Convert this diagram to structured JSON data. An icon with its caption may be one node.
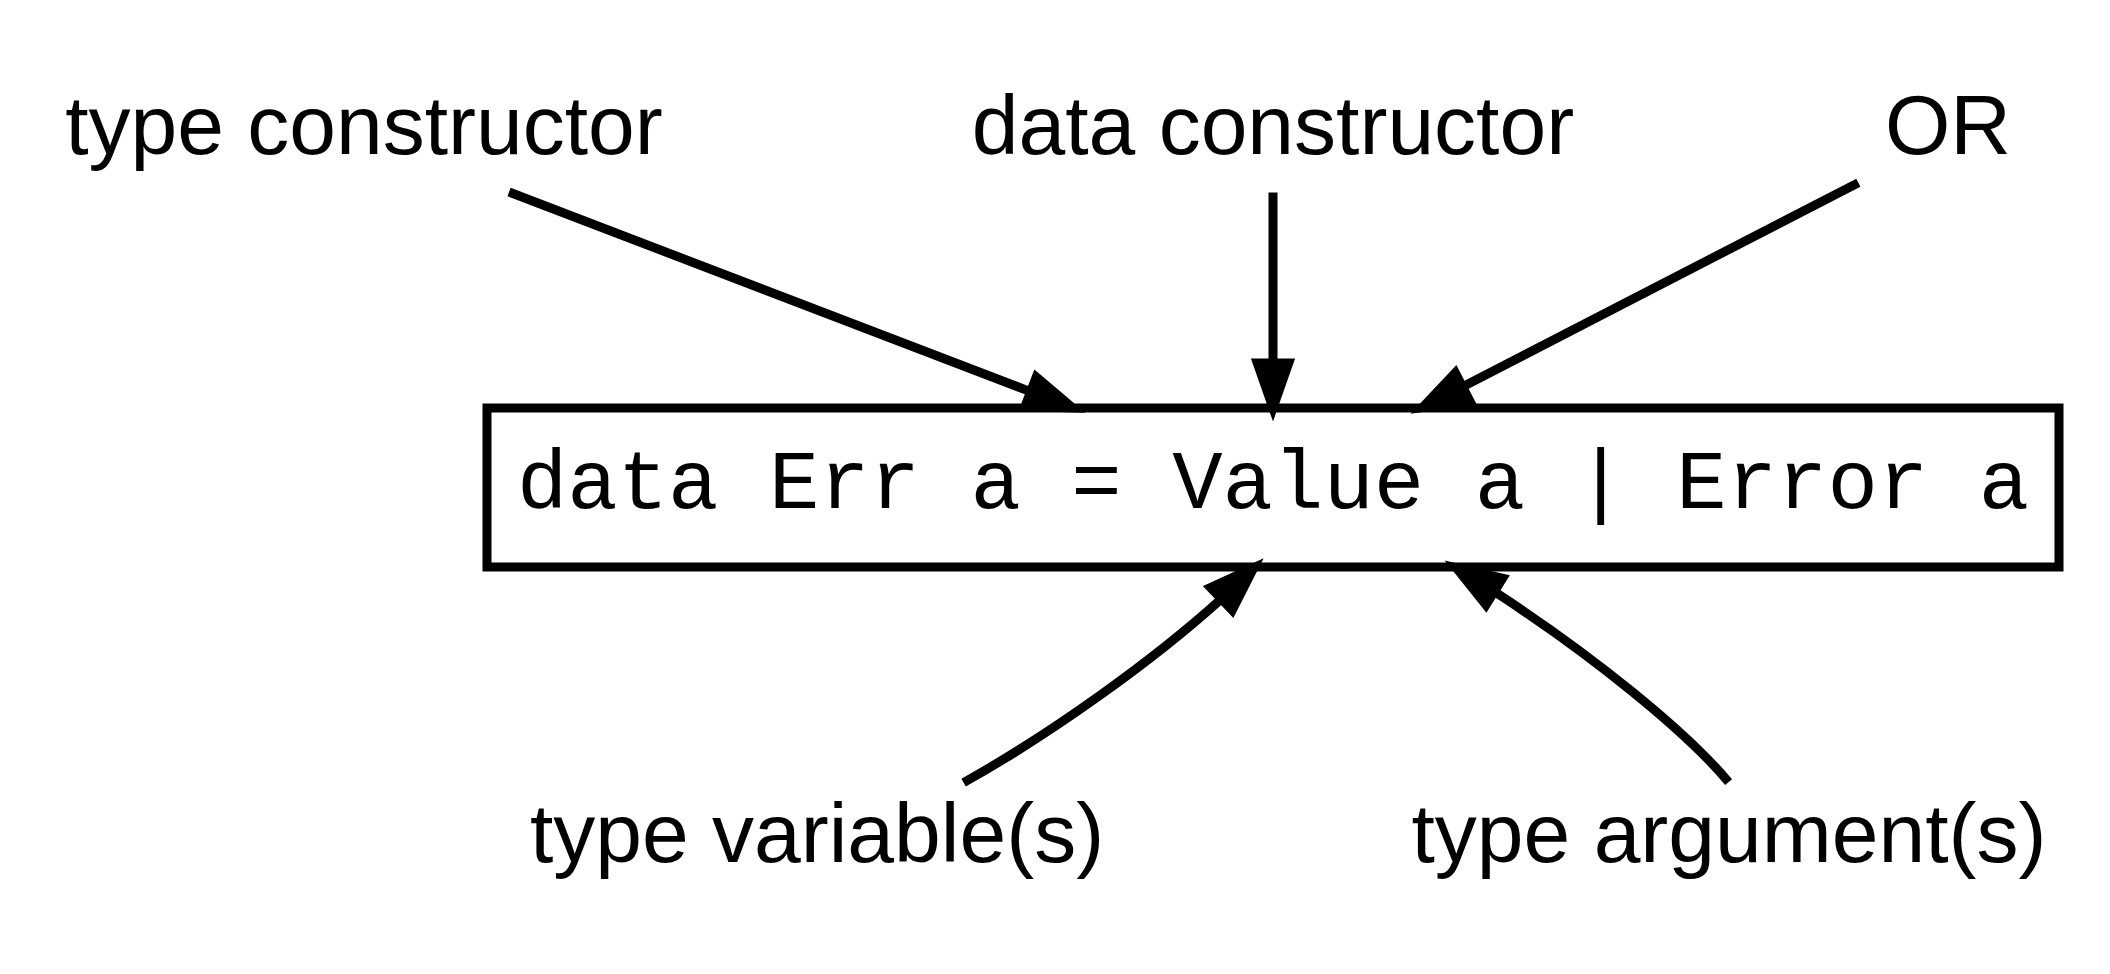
{
  "diagram": {
    "nodes": [
      {
        "text": [
          "type constructor"
        ]
      },
      {
        "text": [
          "data constructor"
        ]
      },
      {
        "text": [
          "OR"
        ]
      },
      {
        "text": [
          "data Err a = Value a | Error a"
        ]
      },
      {
        "text": [
          "type variable(s)"
        ]
      },
      {
        "text": [
          "type argument(s)"
        ]
      }
    ],
    "edges": [
      {
        "from": 0,
        "to": 3,
        "arrow": "to"
      },
      {
        "from": 1,
        "to": 3,
        "arrow": "to"
      },
      {
        "from": 2,
        "to": 3,
        "arrow": "to"
      },
      {
        "from": 4,
        "to": 3,
        "arrow": "to"
      },
      {
        "from": 5,
        "to": 3,
        "arrow": "to"
      }
    ]
  }
}
